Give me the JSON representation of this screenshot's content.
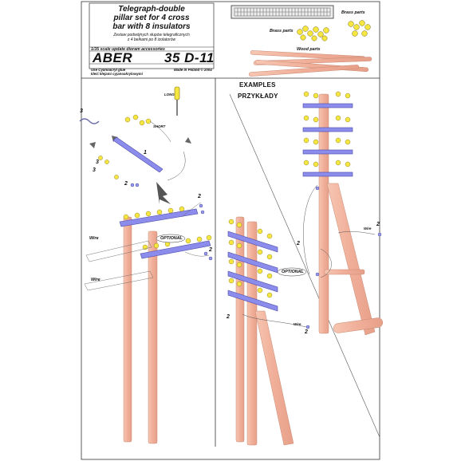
{
  "header": {
    "title_lines": [
      "Telegraph-double",
      "pillar set for 4 cross",
      "bar with 8 insulators"
    ],
    "subtitle_lines": [
      "Zestaw podwójnych słupów telegraficznych",
      "z 4 belkami po 8 izolatorów"
    ],
    "scale_note": "1/35 scale update dioram accessories",
    "brand": "ABER",
    "code": "35 D-11",
    "glue_lines": [
      "Use Cyanoacryl glue",
      "kleić klejami cyjanoakrylowymi"
    ],
    "made_in": "Made in Poland © 2004"
  },
  "parts": {
    "brass_label": "Brass parts",
    "wood_label": "Wood parts"
  },
  "assembly": {
    "long_label": "LONG",
    "short_label": "SHORT",
    "step_numbers": [
      "1",
      "2",
      "3"
    ],
    "optional_label": "OPTIONAL",
    "wire_label": "Wire"
  },
  "examples": {
    "title_en": "EXAMPLES",
    "title_pl": "PRZYKŁADY"
  },
  "colors": {
    "wood": "#f2b6a0",
    "wood_edge": "#c98a74",
    "insulator": "#f5e640",
    "crossbar": "#8c8cec",
    "crossbar_dark": "#4a4aa8",
    "line": "#222222"
  }
}
